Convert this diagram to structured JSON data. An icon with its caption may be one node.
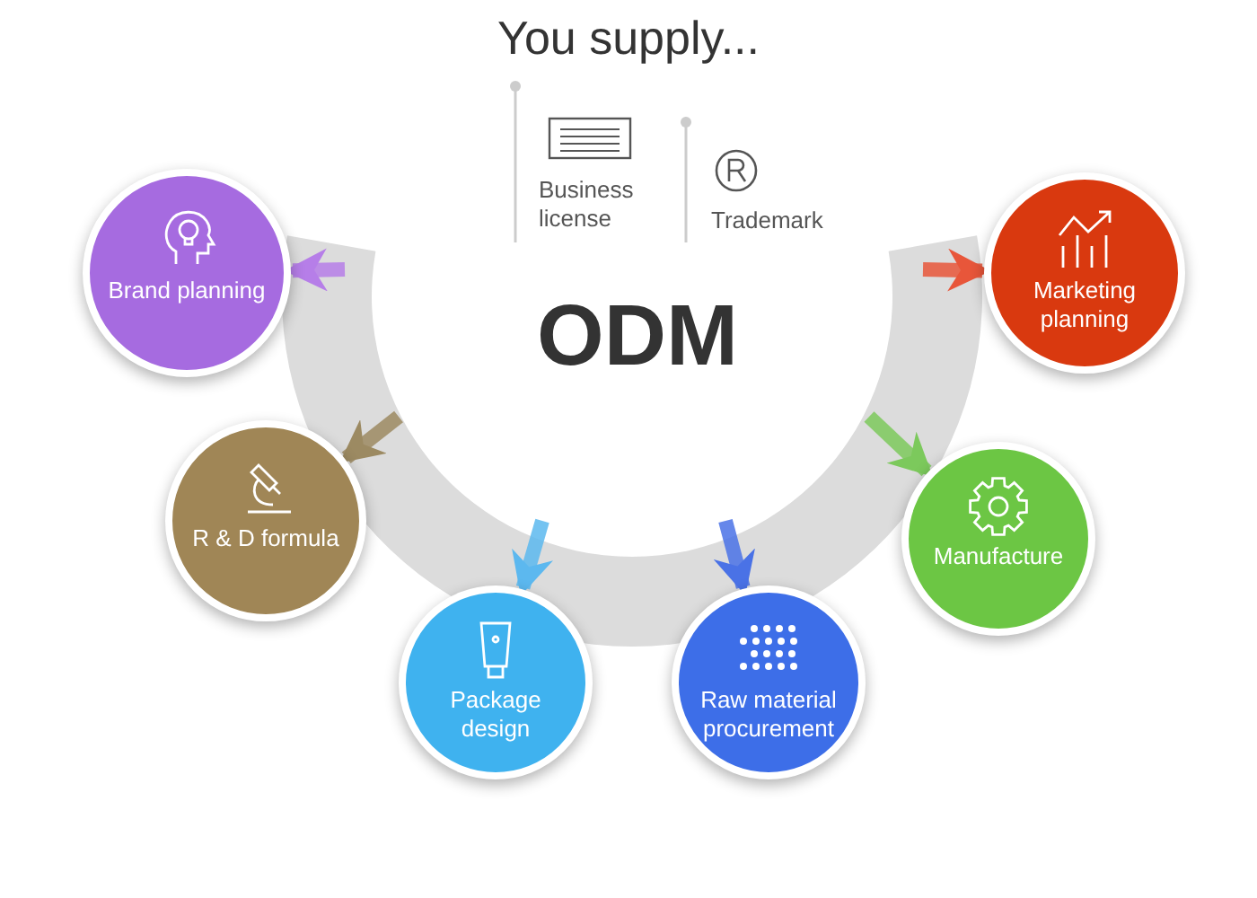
{
  "diagram": {
    "title": "You supply...",
    "nodes": [
      {
        "text": [],
        "shape": "band"
      },
      {
        "text": [
          "Brand planning"
        ]
      },
      {
        "text": [
          "R & D formula"
        ]
      },
      {
        "text": [
          "Package design"
        ]
      },
      {
        "text": [
          "Raw material procurement"
        ]
      },
      {
        "text": [
          "Manufacture"
        ]
      },
      {
        "text": [
          "Marketing planning"
        ]
      }
    ],
    "edges": [
      {
        "from": 0,
        "to": 1,
        "arrow": "to",
        "color": "#b67ee8"
      },
      {
        "from": 0,
        "to": 2,
        "arrow": "to",
        "color": "#9c8a62"
      },
      {
        "from": 0,
        "to": 3,
        "arrow": "to",
        "color": "#5cb8ef"
      },
      {
        "from": 0,
        "to": 4,
        "arrow": "to",
        "color": "#4a72e6"
      },
      {
        "from": 0,
        "to": 5,
        "arrow": "to",
        "color": "#7cc95c"
      },
      {
        "from": 0,
        "to": 6,
        "arrow": "to",
        "color": "#e8563a"
      }
    ],
    "labels": [
      "Business license",
      "Trademark",
      "ODM"
    ]
  }
}
